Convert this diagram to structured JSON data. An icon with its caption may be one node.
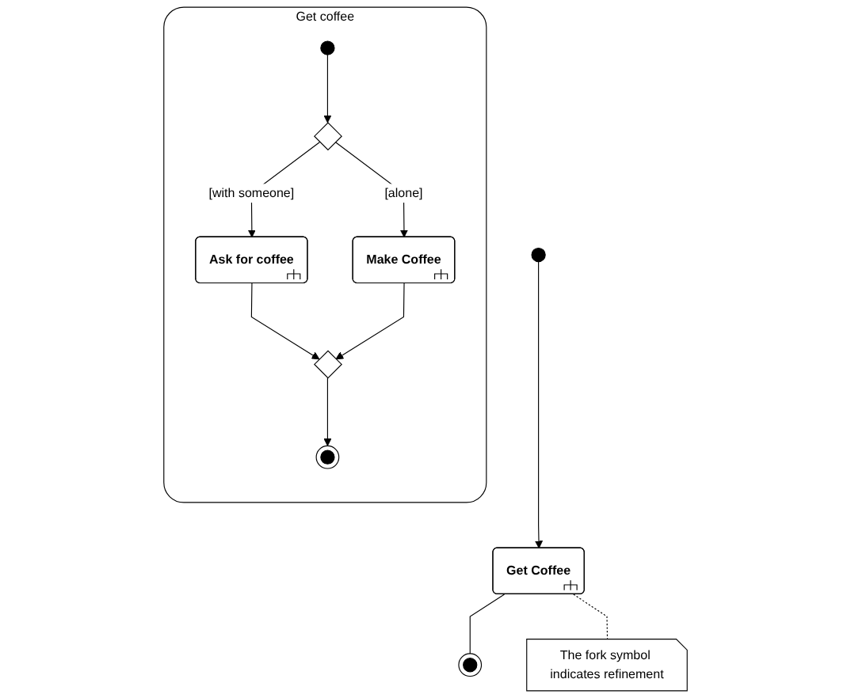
{
  "diagram": {
    "nodes": [
      {
        "text": [],
        "shape": "circle"
      },
      {
        "text": [
          "Get Coffee"
        ]
      },
      {
        "text": [],
        "shape": "bullseye"
      },
      {
        "text": [
          "The fork symbol indicates refinement"
        ]
      },
      {
        "text": [
          "Get coffee"
        ]
      },
      {
        "text": [],
        "shape": "circle",
        "in": 4
      },
      {
        "text": [],
        "shape": "diamond",
        "in": 4
      },
      {
        "text": [
          "Ask for coffee"
        ],
        "in": 4
      },
      {
        "text": [
          "Make Coffee"
        ],
        "in": 4
      },
      {
        "text": [],
        "shape": "diamond",
        "in": 4
      },
      {
        "text": [],
        "shape": "bullseye",
        "in": 4
      }
    ],
    "edges": [
      {
        "from": 0,
        "to": 1,
        "arrow": "to"
      },
      {
        "from": 1,
        "to": 2,
        "arrow": "none"
      },
      {
        "from": 1,
        "to": 3,
        "arrow": "none",
        "style": "dashed"
      },
      {
        "from": 5,
        "to": 6,
        "arrow": "to"
      },
      {
        "from": 6,
        "to": 7,
        "arrow": "to",
        "label": "[with someone]"
      },
      {
        "from": 6,
        "to": 8,
        "arrow": "to",
        "label": "[alone]"
      },
      {
        "from": 7,
        "to": 9,
        "arrow": "to"
      },
      {
        "from": 8,
        "to": 9,
        "arrow": "to"
      },
      {
        "from": 9,
        "to": 10,
        "arrow": "to"
      }
    ]
  }
}
